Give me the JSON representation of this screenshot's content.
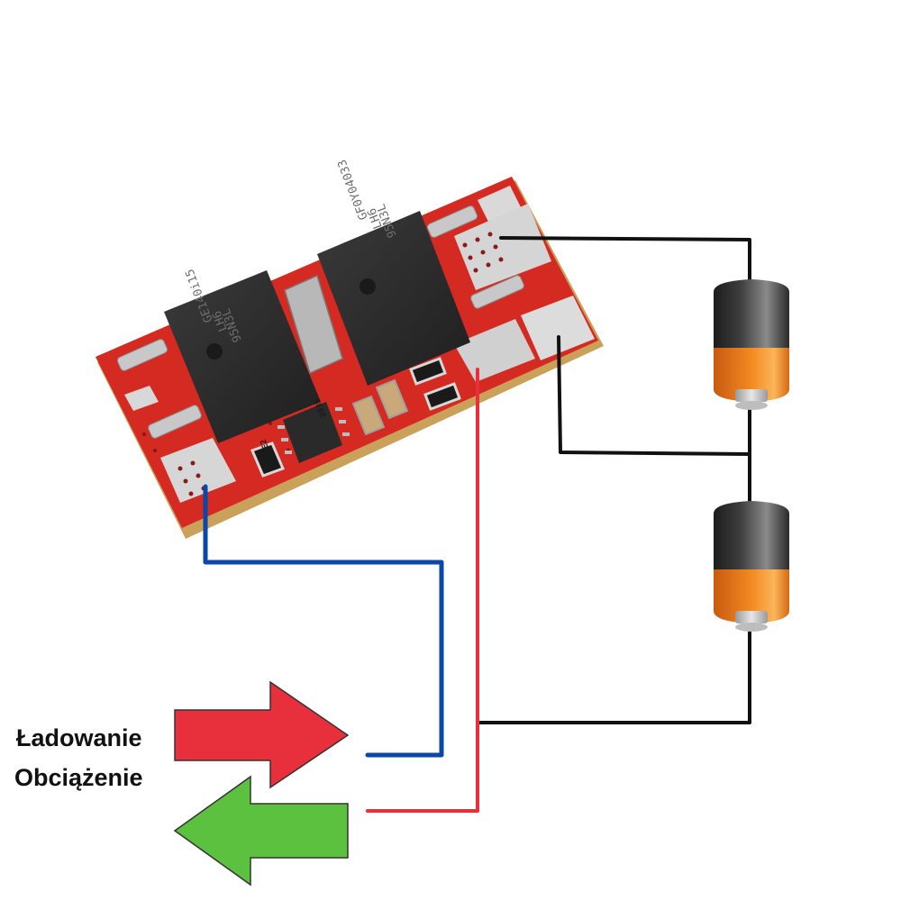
{
  "labels": {
    "charge": "Ładowanie",
    "load": "Obciążenie"
  },
  "board": {
    "mosfet_left_marking": [
      "95N3L",
      "LH6",
      "GE140i15"
    ],
    "mosfet_right_marking": [
      "95N3L",
      "LH6",
      "GF0Y04033"
    ],
    "ic_marking": "2039",
    "resistor_codes": [
      "1E2",
      "EEI",
      "EEI"
    ]
  },
  "colors": {
    "wire_negative": "#0a47a8",
    "wire_positive": "#e8303c",
    "wire_cells": "#111111",
    "charge_arrow": "#e8303c",
    "load_arrow": "#5cc13f",
    "pcb": "#d42a22",
    "pad": "#d9d9d9",
    "mosfet": "#2b2b2b",
    "battery_body": "#3a3a3a",
    "battery_band": "#f07a1a"
  },
  "icons": {
    "charge_arrow": "arrow-right",
    "load_arrow": "arrow-left",
    "cell": "battery"
  }
}
